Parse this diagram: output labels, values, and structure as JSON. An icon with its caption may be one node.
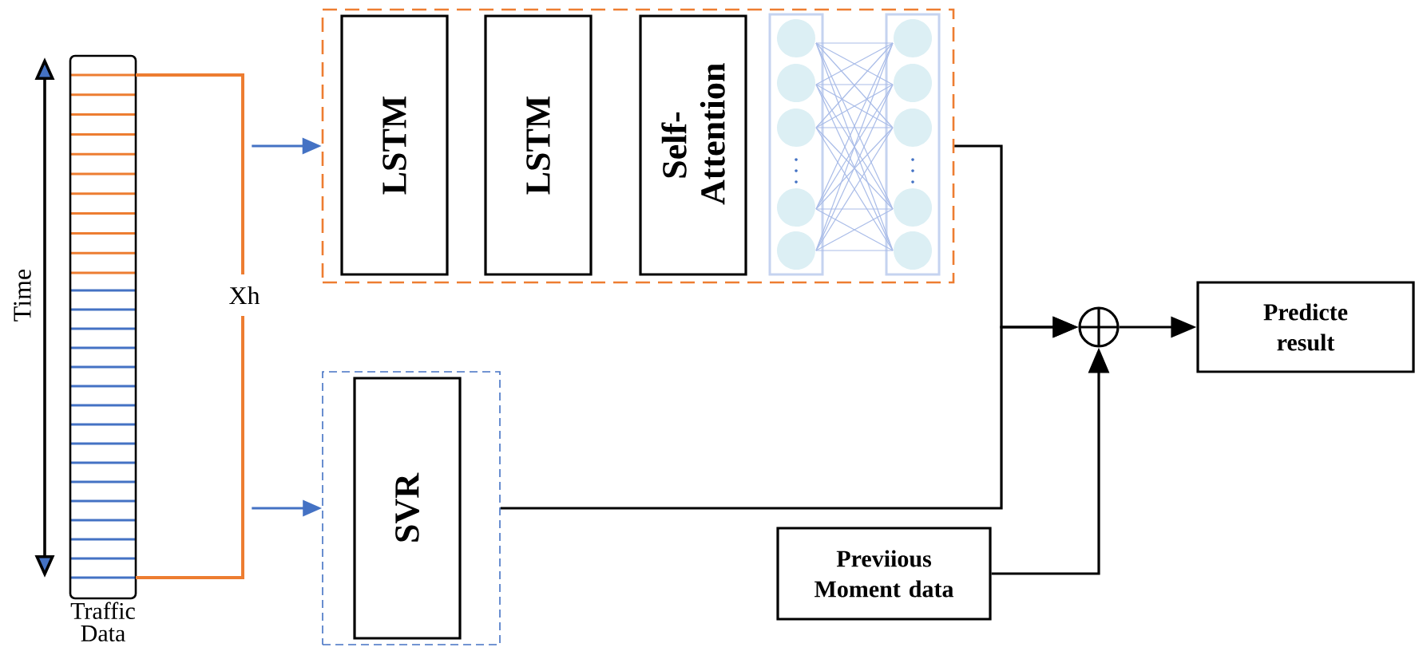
{
  "diagram": {
    "nodes": [
      {
        "text": [
          "Traffic Data"
        ]
      },
      {
        "text": [],
        "shape": "box"
      },
      {
        "text": [
          "LSTM"
        ],
        "in": 1
      },
      {
        "text": [
          "LSTM"
        ],
        "in": 1
      },
      {
        "text": [
          "Self- Attention"
        ],
        "in": 1
      },
      {
        "text": [],
        "shape": "picture",
        "in": 1
      },
      {
        "text": [],
        "shape": "box"
      },
      {
        "text": [
          "SVR"
        ],
        "in": 6
      },
      {
        "text": [],
        "shape": "circle"
      },
      {
        "text": [
          "Predicte result"
        ]
      },
      {
        "text": [
          "Previious Moment data"
        ]
      }
    ],
    "edges": [
      {
        "from": 0,
        "to": 1,
        "arrow": "to",
        "color": "#4472c4"
      },
      {
        "from": 0,
        "to": 6,
        "arrow": "to",
        "color": "#4472c4"
      },
      {
        "from": 1,
        "to": 8,
        "arrow": "to"
      },
      {
        "from": 6,
        "to": 8,
        "arrow": "to"
      },
      {
        "from": 8,
        "to": 9,
        "arrow": "to"
      },
      {
        "from": 10,
        "to": 8,
        "arrow": "to"
      }
    ],
    "labels": [
      "Time",
      "Xh"
    ]
  }
}
